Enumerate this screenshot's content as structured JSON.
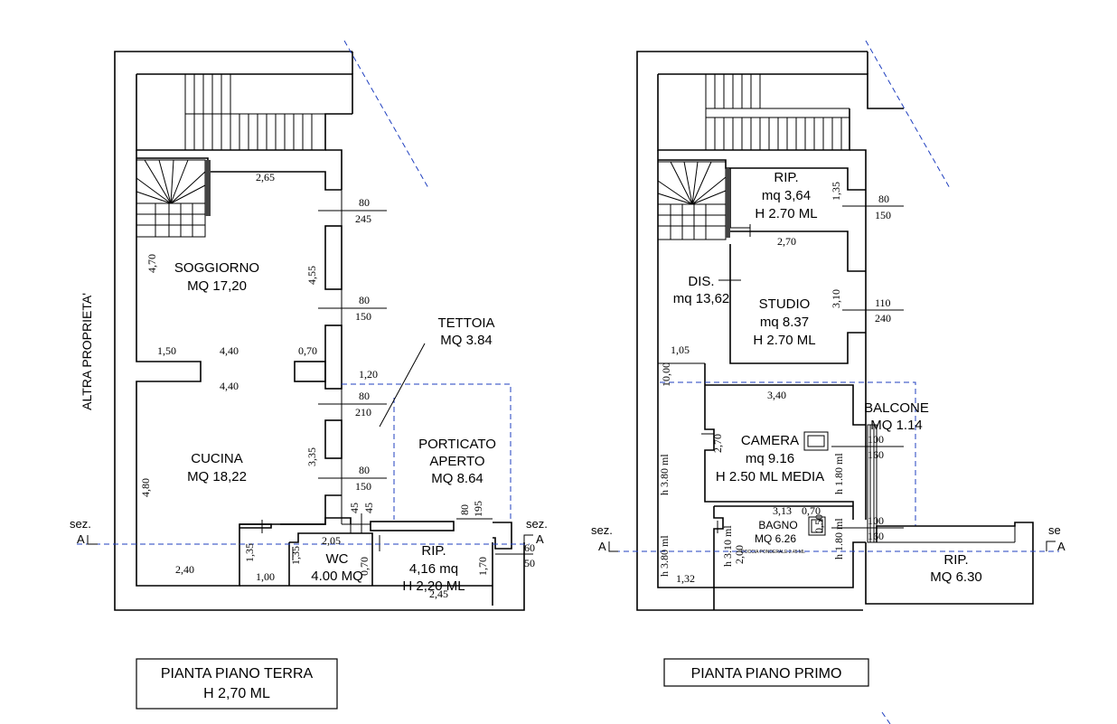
{
  "ground": {
    "rooms": {
      "soggiorno": [
        "SOGGIORNO",
        "MQ 17,20"
      ],
      "cucina": [
        "CUCINA",
        "MQ 18,22"
      ],
      "tettoia": [
        "TETTOIA",
        "MQ 3.84"
      ],
      "porticato": [
        "PORTICATO",
        "APERTO",
        "MQ 8.64"
      ],
      "wc": [
        "WC",
        "4.00 MQ"
      ],
      "rip": [
        "RIP.",
        "4,16 mq",
        "H 2,20 ML"
      ]
    },
    "dims": {
      "d265": "2,65",
      "d470": "4,70",
      "d455": "4,55",
      "d150a": "1,50",
      "d440a": "4,40",
      "d070": "0,70",
      "d440b": "4,40",
      "d120": "1,20",
      "d335": "3,35",
      "d480": "4,80",
      "d240": "2,40",
      "d135a": "1,35",
      "d100": "1,00",
      "d135b": "1,35",
      "d205": "2,05",
      "d070b": "0,70",
      "d170": "1,70",
      "d245b": "2,45",
      "d45a": "45",
      "d45b": "45"
    },
    "openings": [
      [
        "80",
        "245"
      ],
      [
        "80",
        "150"
      ],
      [
        "80",
        "210"
      ],
      [
        "80",
        "150"
      ],
      [
        "80",
        "195"
      ],
      [
        "60",
        "50"
      ]
    ],
    "side_label": "ALTRA PROPRIETA'",
    "sez_left": [
      "sez.",
      "A"
    ],
    "sez_right": [
      "sez.",
      "A"
    ],
    "title": [
      "PIANTA PIANO TERRA",
      "H 2,70 ML"
    ]
  },
  "first": {
    "rooms": {
      "rip1": [
        "RIP.",
        "mq 3,64",
        "H 2.70 ML"
      ],
      "dis": [
        "DIS.",
        "mq 13,62"
      ],
      "studio": [
        "STUDIO",
        "mq 8.37",
        "H 2.70 ML"
      ],
      "balcone": [
        "BALCONE",
        "MQ 1.14"
      ],
      "camera": [
        "CAMERA",
        "mq 9.16",
        "H 2.50 ML MEDIA"
      ],
      "bagno": [
        "BAGNO",
        "MQ 6.26"
      ],
      "rip2": [
        "RIP.",
        "MQ 6.30"
      ]
    },
    "dims": {
      "d135": "1,35",
      "d270a": "2,70",
      "d310": "3,10",
      "d105": "1,05",
      "d1000": "10,00",
      "d340": "3,40",
      "d270b": "2,70",
      "d313": "3,13",
      "d070": "0,70",
      "d050": "0,50",
      "d200": "2,00",
      "d132": "1,32",
      "h380a": "h 3.80 ml",
      "h380b": "h 3.80 ml",
      "h310": "h 3.10 ml",
      "h180a": "h 1.80 ml",
      "h180b": "h 1.80 ml",
      "bagno_note": "DOCCIA PONDERALE 2.45 ML"
    },
    "openings": [
      [
        "80",
        "150"
      ],
      [
        "110",
        "240"
      ],
      [
        "100",
        "160"
      ],
      [
        "100",
        "160"
      ]
    ],
    "sez_left": [
      "sez.",
      "A"
    ],
    "sez_right": [
      "se",
      "A"
    ],
    "title": [
      "PIANTA PIANO PRIMO"
    ]
  }
}
